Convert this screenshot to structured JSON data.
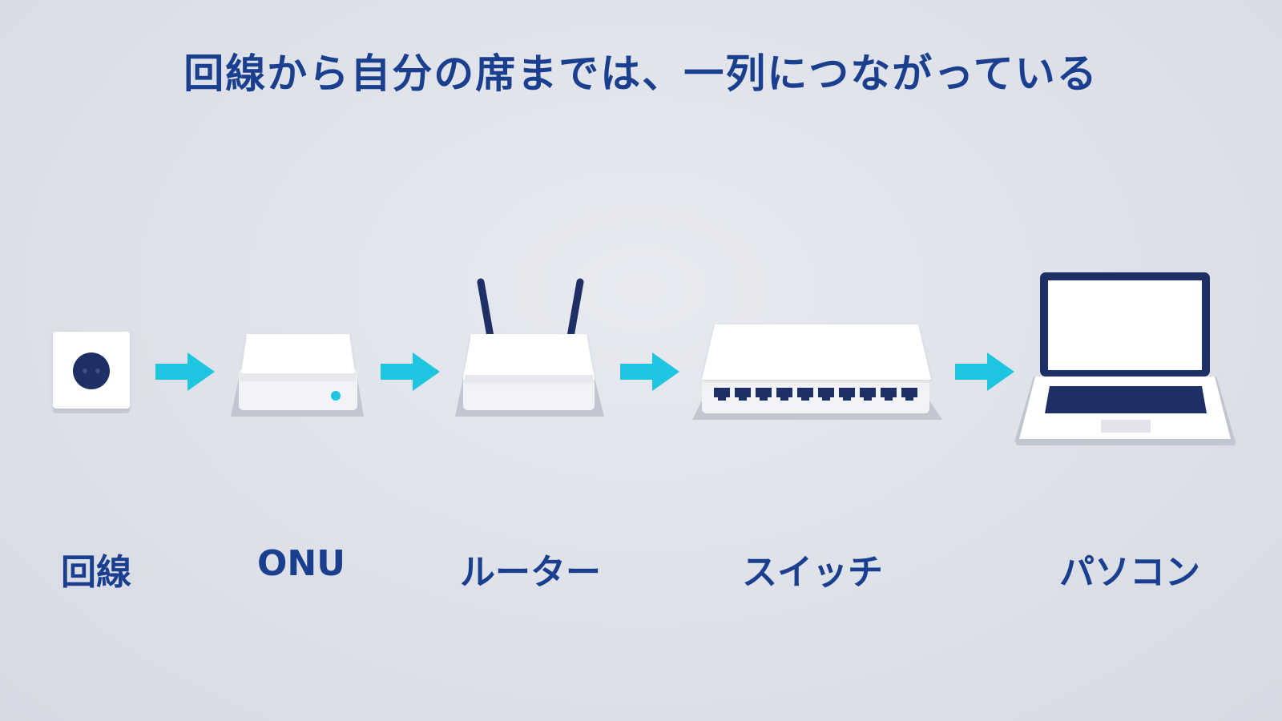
{
  "title": "回線から自分の席までは、一列につながっている",
  "nodes": [
    {
      "id": "line",
      "label": "回線",
      "icon": "wall-outlet-icon"
    },
    {
      "id": "onu",
      "label": "ONU",
      "icon": "onu-box-icon"
    },
    {
      "id": "router",
      "label": "ルーター",
      "icon": "router-icon"
    },
    {
      "id": "switch",
      "label": "スイッチ",
      "icon": "switch-hub-icon"
    },
    {
      "id": "pc",
      "label": "パソコン",
      "icon": "laptop-icon"
    }
  ],
  "colors": {
    "title": "#1a3f8f",
    "arrow": "#1ec5e0",
    "device_dark": "#1e2f66",
    "device_white": "#ffffff",
    "device_shadow": "#c2c6d0",
    "indicator": "#1ec5e0"
  }
}
